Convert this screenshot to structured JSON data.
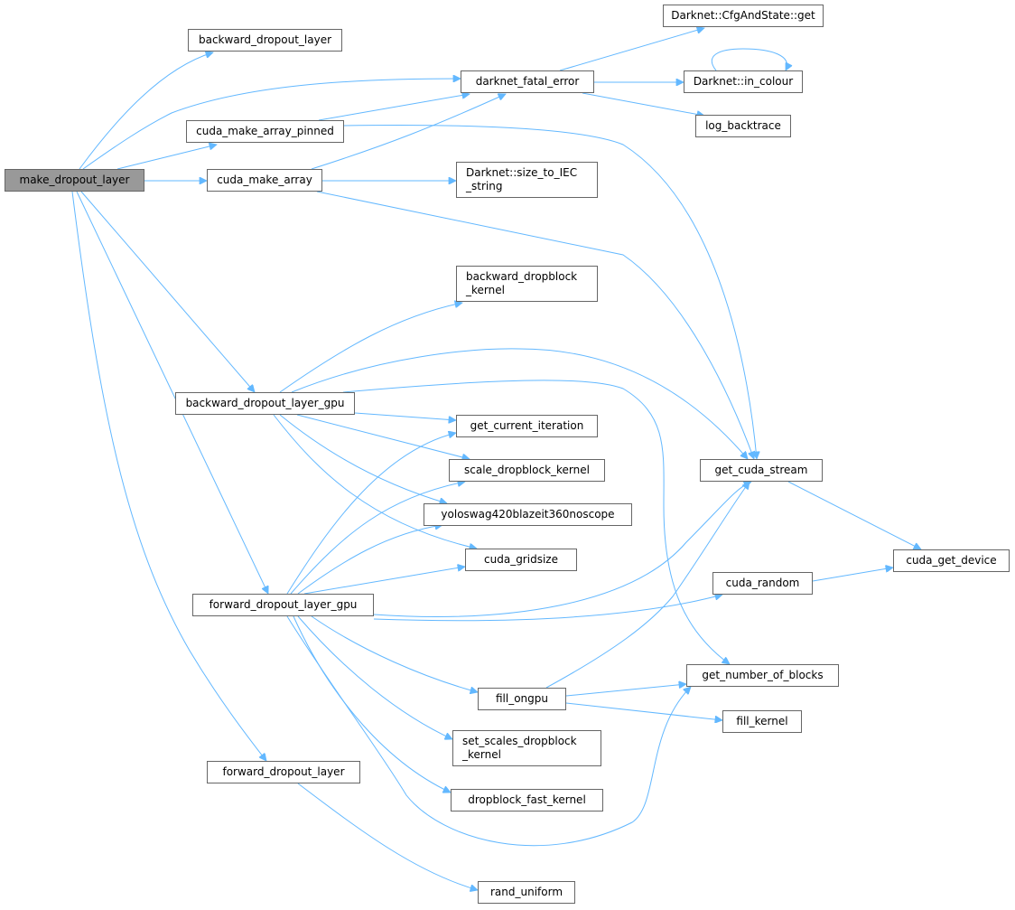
{
  "graph": {
    "edge_color": "#63b8ff",
    "root_fill": "#999999",
    "nodes": [
      {
        "label": "make_dropout_layer"
      },
      {
        "label": "backward_dropout_layer"
      },
      {
        "label": "darknet_fatal_error"
      },
      {
        "label": "cuda_make_array_pinned"
      },
      {
        "label": "cuda_make_array"
      },
      {
        "label": "Darknet::CfgAndState::get"
      },
      {
        "label": "Darknet::in_colour"
      },
      {
        "label": "log_backtrace"
      },
      {
        "label": "Darknet::size_to_IEC\n_string"
      },
      {
        "label": "backward_dropblock\n_kernel"
      },
      {
        "label": "backward_dropout_layer_gpu"
      },
      {
        "label": "get_current_iteration"
      },
      {
        "label": "scale_dropblock_kernel"
      },
      {
        "label": "yoloswag420blazeit360noscope"
      },
      {
        "label": "get_cuda_stream"
      },
      {
        "label": "cuda_gridsize"
      },
      {
        "label": "cuda_get_device"
      },
      {
        "label": "cuda_random"
      },
      {
        "label": "forward_dropout_layer_gpu"
      },
      {
        "label": "get_number_of_blocks"
      },
      {
        "label": "fill_ongpu"
      },
      {
        "label": "fill_kernel"
      },
      {
        "label": "set_scales_dropblock\n_kernel"
      },
      {
        "label": "dropblock_fast_kernel"
      },
      {
        "label": "forward_dropout_layer"
      },
      {
        "label": "rand_uniform"
      }
    ]
  }
}
